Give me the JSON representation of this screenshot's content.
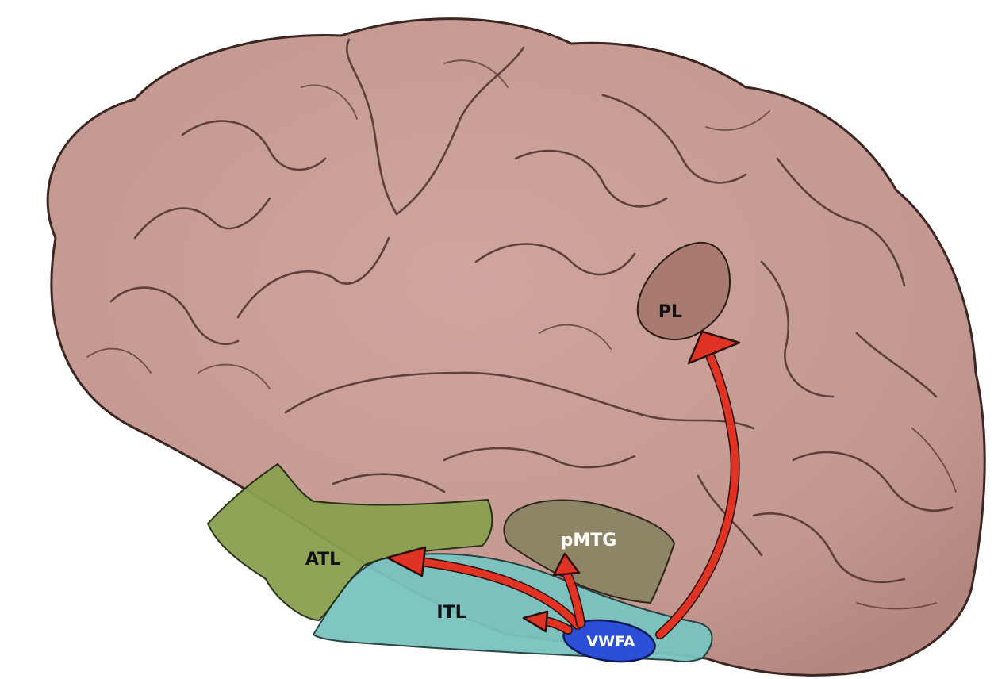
{
  "colors": {
    "brain": "#c59a93",
    "brain_outline": "#3b2622",
    "atl": "#8aa04f",
    "pmtg": "#8a8363",
    "itl": "#79c4c0",
    "pl": "#a87a6e",
    "vwfa": "#2b4fd6",
    "arrow": "#e03324"
  },
  "regions": {
    "pl": {
      "label": "PL"
    },
    "atl": {
      "label": "ATL"
    },
    "pmtg": {
      "label": "pMTG"
    },
    "itl": {
      "label": "ITL"
    },
    "vwfa": {
      "label": "VWFA"
    }
  },
  "connections": [
    {
      "from": "VWFA",
      "to": "PL"
    },
    {
      "from": "VWFA",
      "to": "ATL"
    },
    {
      "from": "VWFA",
      "to": "pMTG"
    },
    {
      "from": "VWFA",
      "to": "ITL"
    }
  ]
}
